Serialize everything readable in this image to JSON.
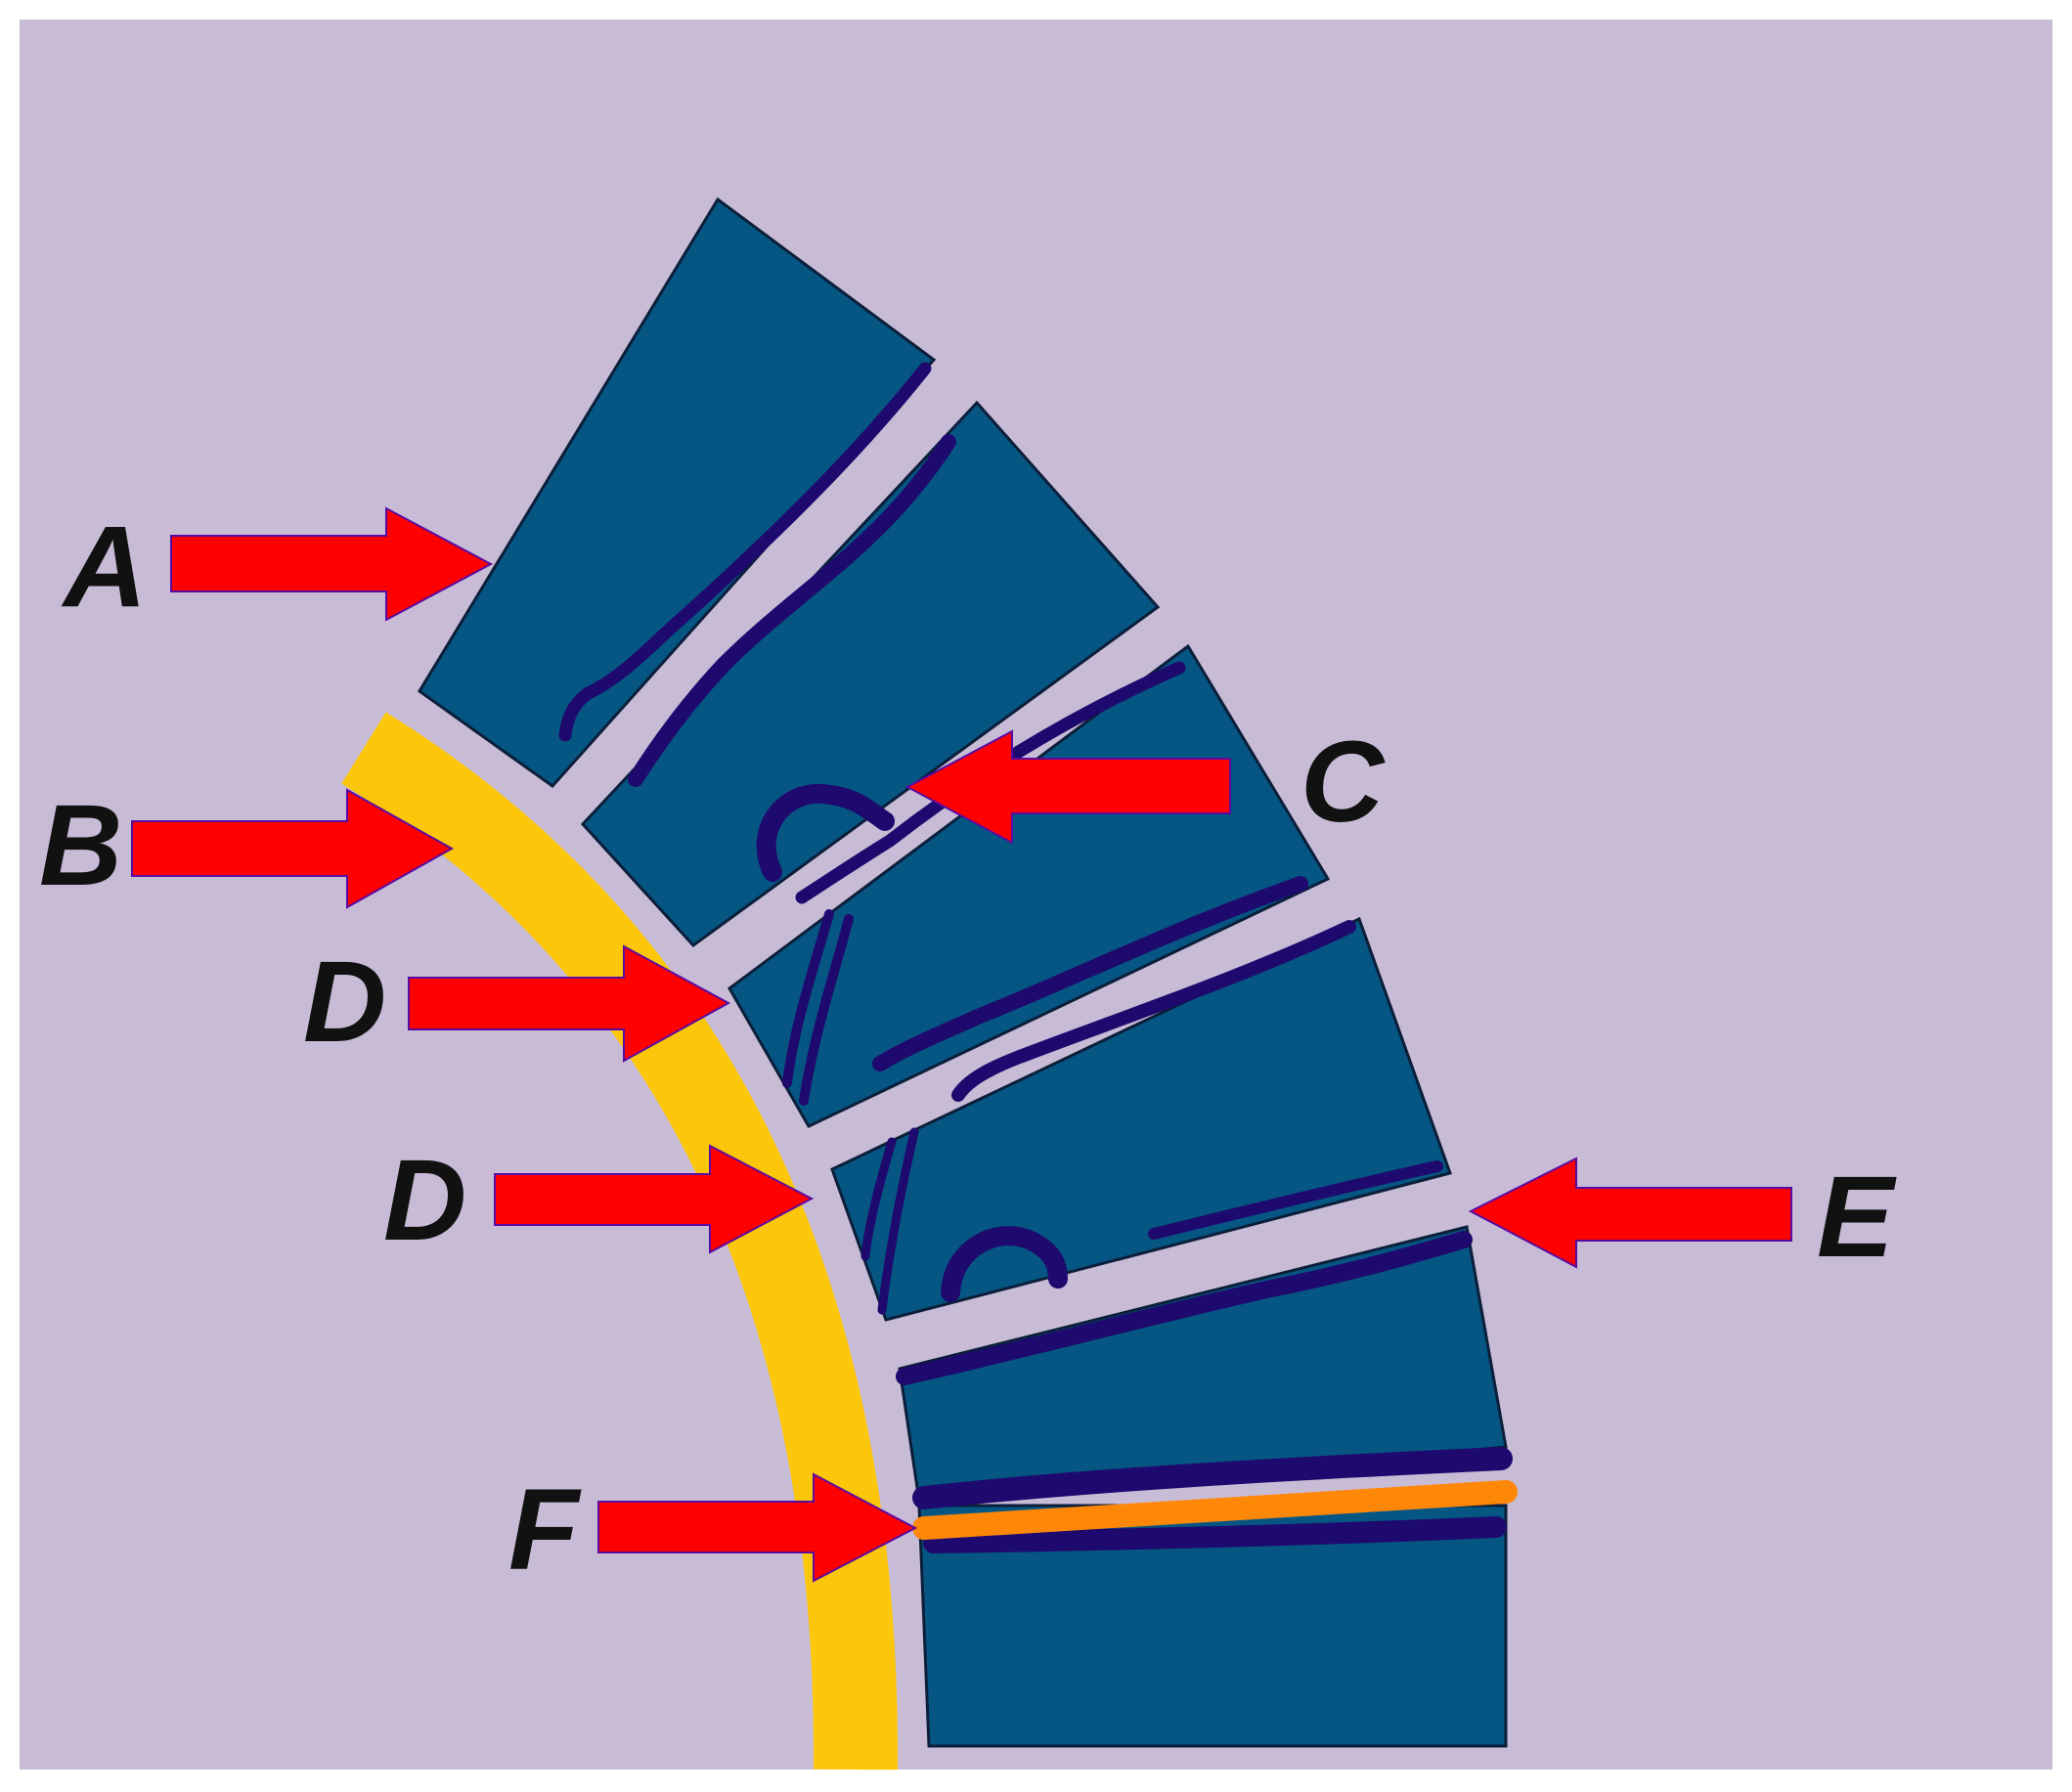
{
  "colors": {
    "background": "#c8bbd6",
    "block_fill": "#065683",
    "block_stroke": "#0b1e3a",
    "crack": "#1e0a6e",
    "yellow_band": "#fcc60a",
    "orange_line": "#ff8708",
    "arrow_fill": "#ff0000",
    "arrow_stroke": "#5a0aa0",
    "label": "#111111"
  },
  "labels": {
    "a": "A",
    "b": "B",
    "c": "C",
    "d1": "D",
    "d2": "D",
    "e": "E",
    "f": "F"
  }
}
